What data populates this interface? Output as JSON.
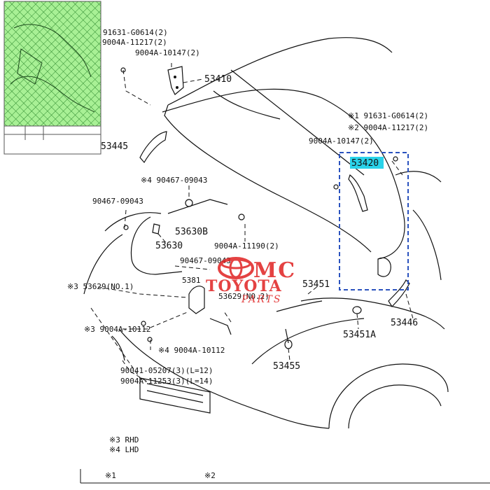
{
  "labels": {
    "ref_91631_top": "91631-G0614(2)",
    "ref_9004a_11217_top": "9004A-11217(2)",
    "ref_9004a_10147_top": "9004A-10147(2)",
    "part_53410": "53410",
    "part_53445": "53445",
    "note_x1_91631": "※1 91631-G0614(2)",
    "note_x2_9004a": "※2 9004A-11217(2)",
    "ref_9004a_10147_right": "9004A-10147(2)",
    "part_53420": "53420",
    "ref_x4_90467": "※4 90467-09043",
    "ref_90467_left": "90467-09043",
    "part_53630b": "53630B",
    "part_53630": "53630",
    "ref_9004a_11190": "9004A-11190(2)",
    "ref_90467_mid": "90467-09043",
    "ref_x3_53629": "※3 53629(NO.1)",
    "part_5381x": "5381",
    "part_53629_no2": "53629(NO.2)",
    "part_53451": "53451",
    "ref_x3_9004a_10112": "※3 9004A-10112",
    "ref_x4_9004a_10112": "※4 9004A-10112",
    "part_53451a": "53451A",
    "part_53446": "53446",
    "part_53455": "53455",
    "ref_90041": "90041-05207(3)(L=12)",
    "ref_9004a_11253": "9004A-11253(3)(L=14)",
    "legend_x3": "※3 RHD",
    "legend_x4": "※4 LHD",
    "footer_x1": "※1",
    "footer_x2": "※2"
  },
  "watermark": {
    "line1": "MC",
    "line2": "TOYOTA",
    "line3": "PARTS",
    "color": "#e02222"
  },
  "highlight": {
    "color": "#2a52be",
    "label_bg": "#2ad3ea"
  },
  "thumbnail": {
    "fill": "#8ee87a"
  }
}
